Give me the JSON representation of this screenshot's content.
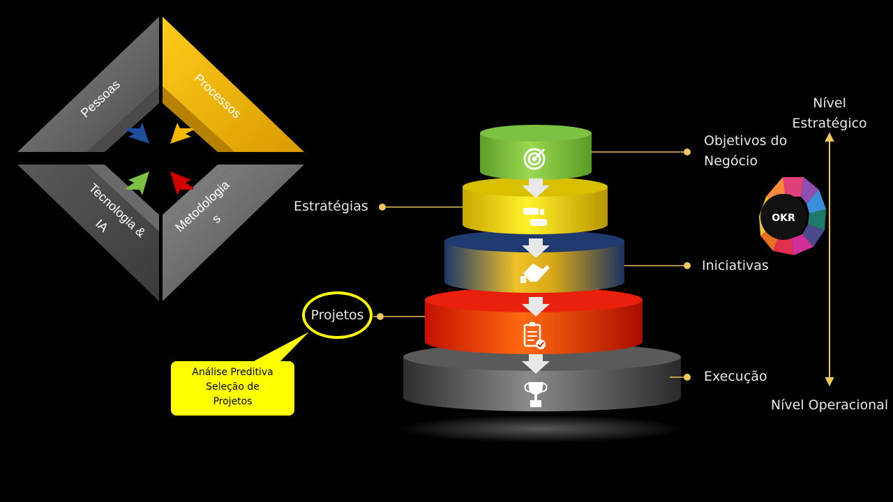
{
  "framework": {
    "top_left": "Pessoas",
    "top_right": "Processos",
    "bottom_left_line1": "Tecnologia &",
    "bottom_left_line2": "IA",
    "bottom_right_line1": "Metodologia",
    "bottom_right_line2": "s",
    "colors": {
      "gray": "#6b6b6b",
      "yellow": "#f5b800",
      "blue_arrow": "#1f4e9c",
      "yellow_arrow": "#f5b800",
      "green_arrow": "#7cc142",
      "red_arrow": "#d10000"
    }
  },
  "pyramid": {
    "levels": [
      {
        "name": "objetivos",
        "color": "#7cc142",
        "icon": "target-icon"
      },
      {
        "name": "estrategias",
        "color": "#f2d600",
        "icon": "handshake-icon"
      },
      {
        "name": "iniciativas",
        "color": "#1f3a6e",
        "icon": "deal-icon"
      },
      {
        "name": "projetos",
        "color": "#e8200c",
        "icon": "clipboard-check-icon"
      },
      {
        "name": "execucao",
        "color": "#555555",
        "icon": "trophy-icon"
      }
    ]
  },
  "labels": {
    "objetivos_line1": "Objetivos do",
    "objetivos_line2": "Negócio",
    "estrategias": "Estratégias",
    "iniciativas": "Iniciativas",
    "projetos": "Projetos",
    "execucao": "Execução"
  },
  "callout": {
    "line1": "Análise Preditiva",
    "line2": "Seleção de",
    "line3": "Projetos"
  },
  "okr": {
    "center": "OKR"
  },
  "levels_axis": {
    "top_line1": "Nível",
    "top_line2": "Estratégico",
    "bottom": "Nível Operacional"
  }
}
